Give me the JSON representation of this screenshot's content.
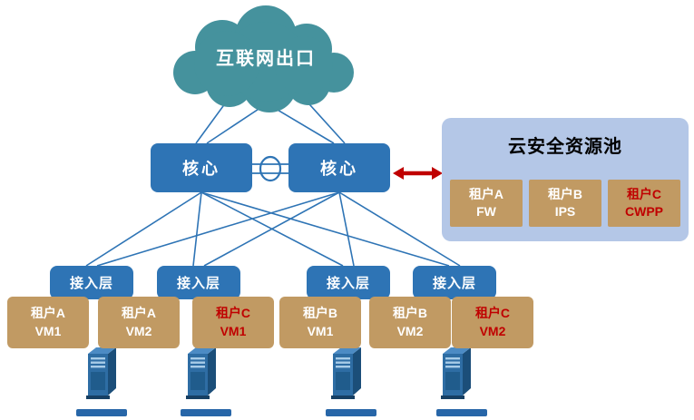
{
  "diagram": {
    "cloud": {
      "label": "互联网出口"
    },
    "cores": [
      {
        "label": "核心"
      },
      {
        "label": "核心"
      }
    ],
    "panel": {
      "title": "云安全资源池",
      "items": [
        {
          "tenant": "租户A",
          "service": "FW",
          "highlight": false
        },
        {
          "tenant": "租户B",
          "service": "IPS",
          "highlight": false
        },
        {
          "tenant": "租户C",
          "service": "CWPP",
          "highlight": true
        }
      ]
    },
    "access": [
      {
        "label": "接入层"
      },
      {
        "label": "接入层"
      },
      {
        "label": "接入层"
      },
      {
        "label": "接入层"
      }
    ],
    "vms": [
      {
        "tenant": "租户A",
        "vm": "VM1",
        "highlight": false
      },
      {
        "tenant": "租户A",
        "vm": "VM2",
        "highlight": false
      },
      {
        "tenant": "租户C",
        "vm": "VM1",
        "highlight": true
      },
      {
        "tenant": "租户B",
        "vm": "VM1",
        "highlight": false
      },
      {
        "tenant": "租户B",
        "vm": "VM2",
        "highlight": false
      },
      {
        "tenant": "租户C",
        "vm": "VM2",
        "highlight": true
      }
    ],
    "colors": {
      "cloud": "#45929D",
      "node_blue": "#2E74B5",
      "tan": "#C19A63",
      "panel": "#B4C7E7",
      "highlight_text": "#C00000",
      "line": "#2E74B5",
      "arrow": "#C00000"
    }
  }
}
